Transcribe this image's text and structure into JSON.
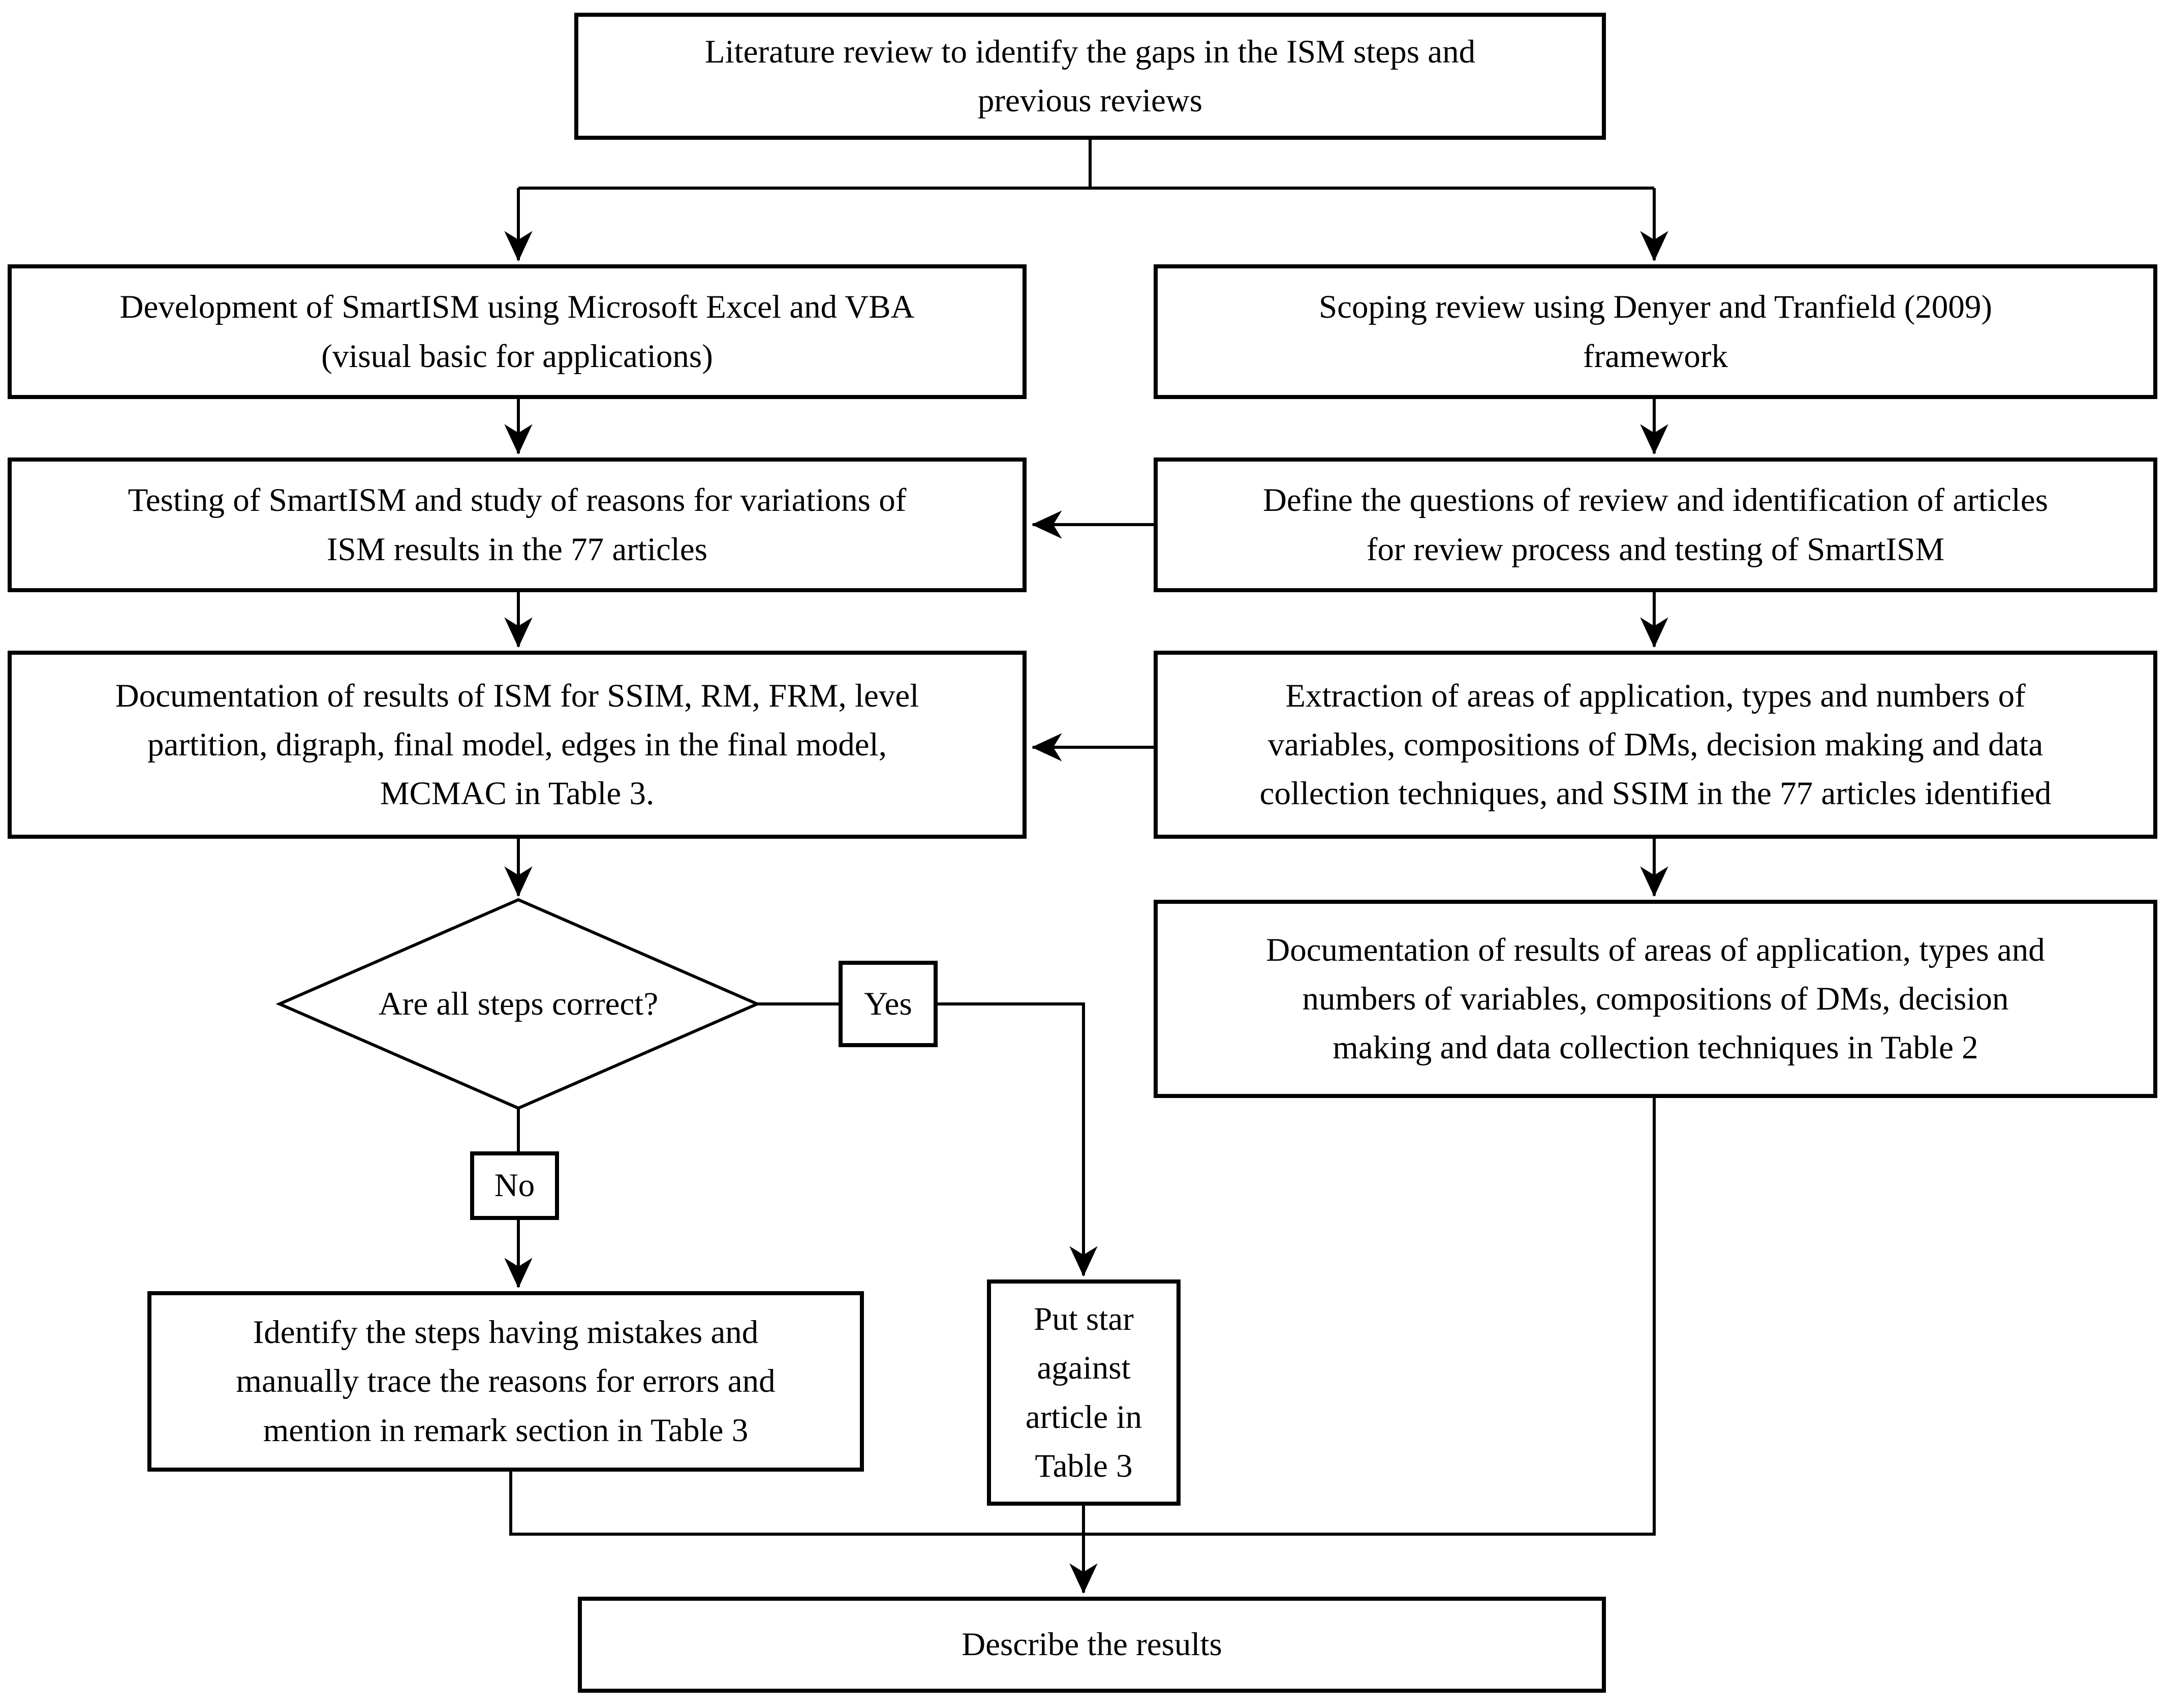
{
  "diagram": {
    "type": "flowchart",
    "colors": {
      "ink": "#000000",
      "paper": "#ffffff"
    },
    "nodes": {
      "literature_review": {
        "label": "Literature review to identify the gaps in the ISM steps and\nprevious reviews"
      },
      "development_smartism": {
        "label": "Development of SmartISM using Microsoft Excel and VBA\n(visual basic for applications)"
      },
      "scoping_review": {
        "label": "Scoping review using Denyer and Tranfield (2009)\nframework"
      },
      "testing_smartism": {
        "label": "Testing of SmartISM and study of reasons for variations of\nISM results in the 77 articles"
      },
      "define_questions": {
        "label": "Define the questions of review and identification of articles\nfor review process and testing of SmartISM"
      },
      "documentation_ism": {
        "label": "Documentation of results of ISM for SSIM, RM, FRM, level\npartition, digraph, final model, edges in the final model,\nMCMAC in Table 3."
      },
      "extraction_areas": {
        "label": "Extraction of areas of application, types and numbers of\nvariables, compositions of DMs, decision making and data\ncollection techniques, and SSIM in the 77 articles identified"
      },
      "decision": {
        "label": "Are all steps correct?"
      },
      "yes": {
        "label": "Yes"
      },
      "no": {
        "label": "No"
      },
      "documentation_areas": {
        "label": "Documentation of results of areas of application, types and\nnumbers of variables, compositions of DMs, decision\nmaking and data collection techniques in Table 2"
      },
      "identify_steps": {
        "label": "Identify the steps having mistakes and\nmanually trace the reasons for errors and\nmention in remark section in Table 3"
      },
      "put_star": {
        "label": "Put star\nagainst\narticle in\nTable 3"
      },
      "describe_results": {
        "label": "Describe the results"
      }
    }
  }
}
